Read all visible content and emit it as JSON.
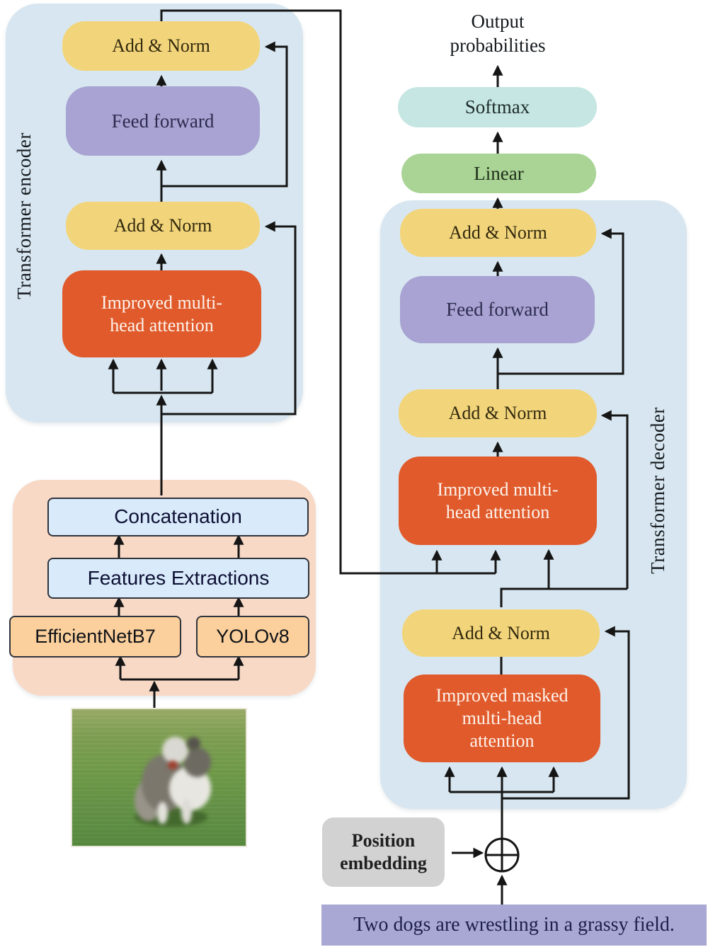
{
  "palette": {
    "panel_blue": "#d7e6f0",
    "block_yellow": "#f2d57b",
    "block_purple": "#a8a3d2",
    "block_orange": "#e05a2b",
    "panel_peach": "#f8d9c6",
    "box_light_blue": "#d9eafb",
    "box_light_orange": "#fcd09c",
    "softmax_teal": "#c5e6e2",
    "linear_green": "#a9d495",
    "gray_box": "#d2d2d2",
    "caption_lavender": "#a9a8d4",
    "line_black": "#151515"
  },
  "figure": {
    "encoder": {
      "panel_label": "Transformer encoder",
      "add_norm_top": "Add & Norm",
      "feed_forward": "Feed forward",
      "add_norm_bottom": "Add & Norm",
      "attention": "Improved multi-\nhead attention"
    },
    "feature_extractor": {
      "concatenation": "Concatenation",
      "features_extractions": "Features Extractions",
      "efficientnetb7": "EfficientNetB7",
      "yolov8": "YOLOv8"
    },
    "decoder": {
      "panel_label": "Transformer decoder",
      "add_norm_1": "Add & Norm",
      "feed_forward": "Feed forward",
      "add_norm_2": "Add & Norm",
      "cross_attention": "Improved multi-\nhead attention",
      "add_norm_3": "Add & Norm",
      "masked_attention": "Improved masked\nmulti-head\nattention"
    },
    "output_head": {
      "output_probabilities": "Output\nprobabilities",
      "softmax": "Softmax",
      "linear": "Linear"
    },
    "text_input": {
      "position_embedding": "Position\nembedding",
      "caption": "Two dogs are wrestling in a grassy field."
    }
  }
}
